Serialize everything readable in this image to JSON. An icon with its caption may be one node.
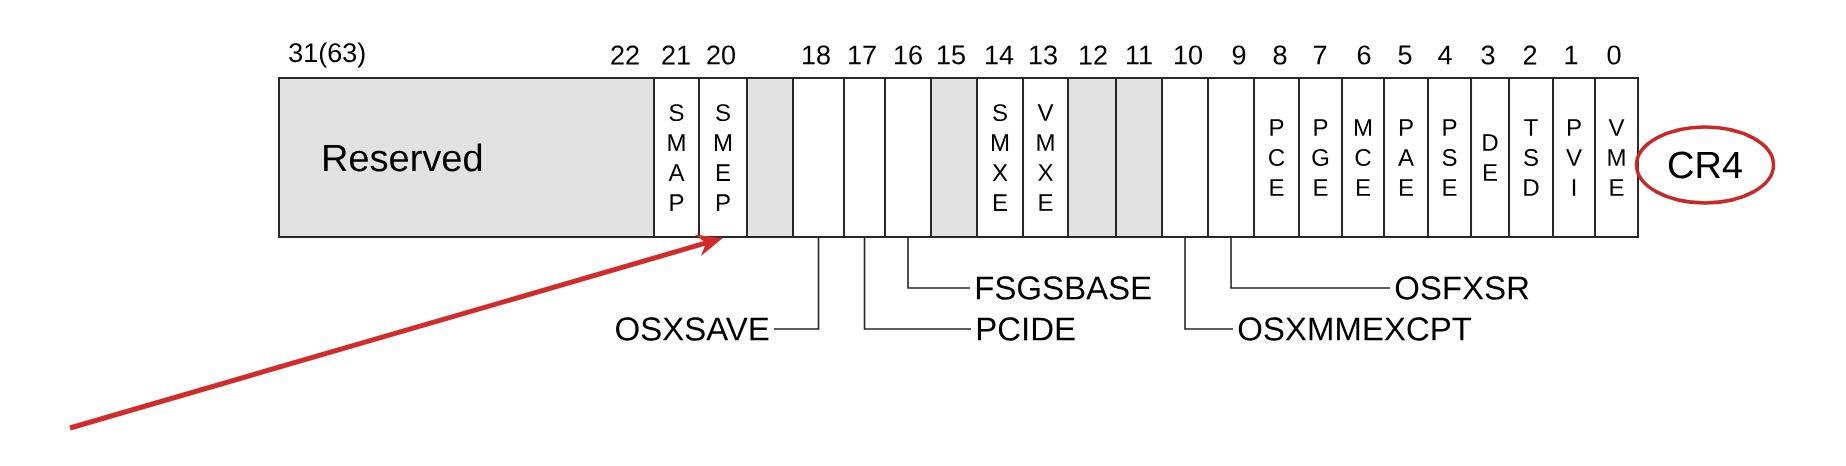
{
  "diagram": {
    "nodes": [
      {
        "text": [
          "Reserved"
        ]
      },
      {
        "text": [
          "SMAP"
        ]
      },
      {
        "text": [
          "SMEP"
        ]
      },
      {
        "text": [],
        "shape": "box"
      },
      {
        "text": [],
        "shape": "box"
      },
      {
        "text": [],
        "shape": "box"
      },
      {
        "text": [],
        "shape": "box"
      },
      {
        "text": [],
        "shape": "box"
      },
      {
        "text": [
          "SMXE"
        ]
      },
      {
        "text": [
          "VMXE"
        ]
      },
      {
        "text": [],
        "shape": "box"
      },
      {
        "text": [],
        "shape": "box"
      },
      {
        "text": [],
        "shape": "box"
      },
      {
        "text": [],
        "shape": "box"
      },
      {
        "text": [
          "PCE"
        ]
      },
      {
        "text": [
          "PGE"
        ]
      },
      {
        "text": [
          "MCE"
        ]
      },
      {
        "text": [
          "PAE"
        ]
      },
      {
        "text": [
          "PSE"
        ]
      },
      {
        "text": [
          "DE"
        ]
      },
      {
        "text": [
          "TSD"
        ]
      },
      {
        "text": [
          "PVI"
        ]
      },
      {
        "text": [
          "VME"
        ]
      },
      {
        "text": [
          "CR4"
        ]
      },
      {
        "text": [
          "FSGSBASE"
        ]
      },
      {
        "text": [
          "OSFXSR"
        ]
      },
      {
        "text": [
          "OSXSAVE"
        ]
      },
      {
        "text": [
          "PCIDE"
        ]
      },
      {
        "text": [
          "OSXMMEXCPT"
        ]
      }
    ],
    "edges": [
      {
        "from": null,
        "to": 2,
        "arrow": "to",
        "style": "thick",
        "color": "#d22b2b"
      },
      {
        "from": 24,
        "to": 6,
        "arrow": "none"
      },
      {
        "from": 25,
        "to": 13,
        "arrow": "none"
      },
      {
        "from": 26,
        "to": 4,
        "arrow": "none"
      },
      {
        "from": 27,
        "to": 5,
        "arrow": "none"
      },
      {
        "from": 28,
        "to": 12,
        "arrow": "none"
      }
    ],
    "labels": [
      "31(63)",
      "22",
      "21",
      "20",
      "18",
      "17",
      "16",
      "15",
      "14",
      "13",
      "12",
      "11",
      "10",
      "9",
      "8",
      "7",
      "6",
      "5",
      "4",
      "3",
      "2",
      "1",
      "0"
    ]
  }
}
